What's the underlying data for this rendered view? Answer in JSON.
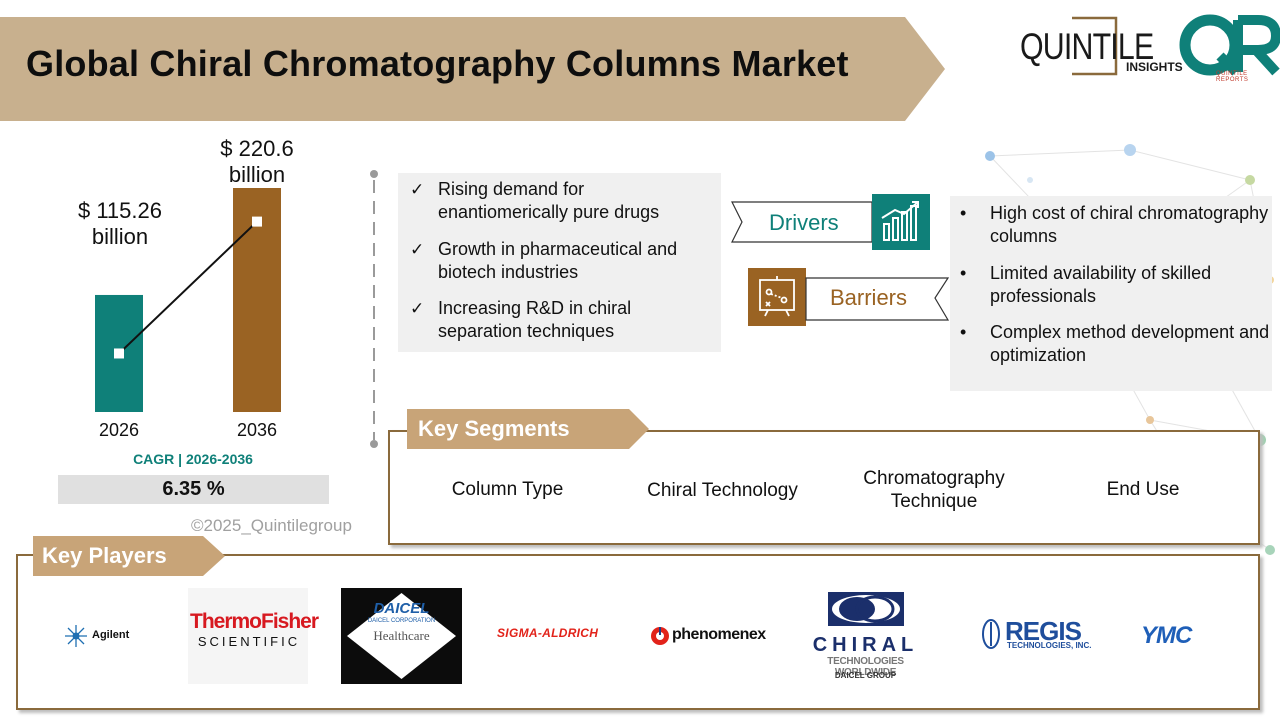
{
  "title": "Global Chiral Chromatography Columns Market",
  "logo": {
    "brand": "QUINTILE",
    "sub": "INSIGHTS",
    "mark": "QR",
    "tagline": "QUINTILE REPORTS"
  },
  "market": {
    "bars": [
      {
        "year": "2026",
        "label": "$ 115.26 billion",
        "value": 115.26,
        "color": "#0f8079"
      },
      {
        "year": "2036",
        "label": "$ 220.6 billion",
        "value": 220.6,
        "color": "#9a6323"
      }
    ],
    "cagr_title": "CAGR | 2026-2036",
    "cagr_value": "6.35 %",
    "copyright": "©2025_Quintilegroup"
  },
  "drivers": {
    "label": "Drivers",
    "items": [
      "Rising demand for enantiomerically pure drugs",
      "Growth in pharmaceutical and biotech industries",
      "Increasing R&D in chiral separation techniques"
    ],
    "icon": "growth-chart-icon",
    "color": "#0f8079"
  },
  "barriers": {
    "label": "Barriers",
    "items": [
      "High cost of chiral chromatography columns",
      "Limited availability of skilled professionals",
      "Complex method development and optimization"
    ],
    "icon": "strategy-board-icon",
    "color": "#9a6323"
  },
  "segments": {
    "title": "Key Segments",
    "items": [
      "Column Type",
      "Chiral Technology",
      "Chromatography Technique",
      "End Use"
    ]
  },
  "players": {
    "title": "Key Players",
    "agilent": "Agilent",
    "thermo_a": "ThermoFisher",
    "thermo_b": "SCIENTIFIC",
    "daicel_name": "DAICEL",
    "daicel_corp": "DAICEL CORPORATION",
    "daicel_health": "Healthcare",
    "sigma": "SIGMA-ALDRICH",
    "phenomenex": "phenomenex",
    "chiral_name": "CHIRAL",
    "chiral_sub": "TECHNOLOGIES WORLDWIDE",
    "chiral_group": "DAICEL GROUP",
    "regis_name": "REGIS",
    "regis_sub": "TECHNOLOGIES, INC.",
    "ymc": "YMC"
  },
  "accent": {
    "teal": "#0f8079",
    "brown": "#9a6323",
    "banner": "#c8b08e"
  }
}
